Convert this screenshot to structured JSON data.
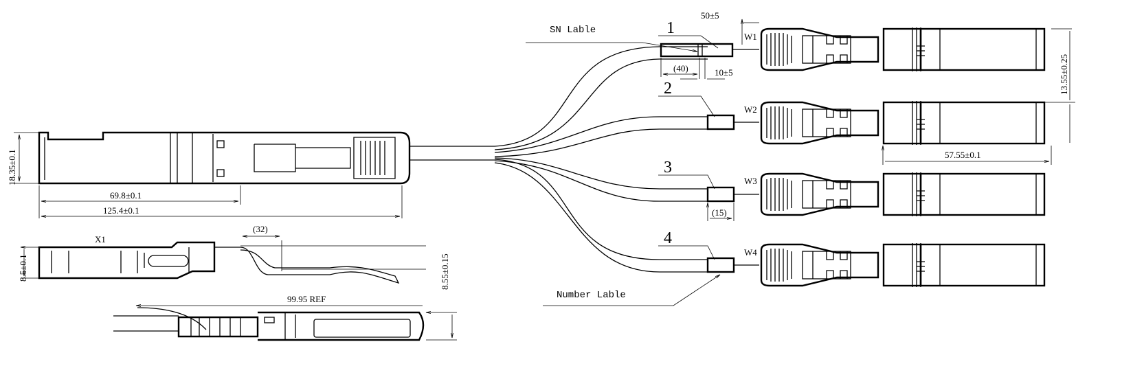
{
  "drawing": {
    "title": "QSFP to 4x SFP breakout cable drawing",
    "dimensions": {
      "qsfp_height": "18.35±0.1",
      "qsfp_body_length": "69.8±0.1",
      "qsfp_total_length": "125.4±0.1",
      "boot_length": "(32)",
      "side_view_label": "X1",
      "side_height": "8.5±0.1",
      "sfp_ref_length": "99.95 REF",
      "sfp_side_height": "8.55±0.15",
      "sn_offset": "50±5",
      "sn_label_length": "(40)",
      "gap": "10±5",
      "number_label_length": "(15)",
      "sfp_pitch": "13.55±0.25",
      "sfp_length": "57.55±0.1"
    },
    "callouts": {
      "sn_label": "SN Lable",
      "number_label": "Number Lable"
    },
    "legs": [
      {
        "number": "1",
        "wire": "W1"
      },
      {
        "number": "2",
        "wire": "W2"
      },
      {
        "number": "3",
        "wire": "W3"
      },
      {
        "number": "4",
        "wire": "W4"
      }
    ]
  }
}
